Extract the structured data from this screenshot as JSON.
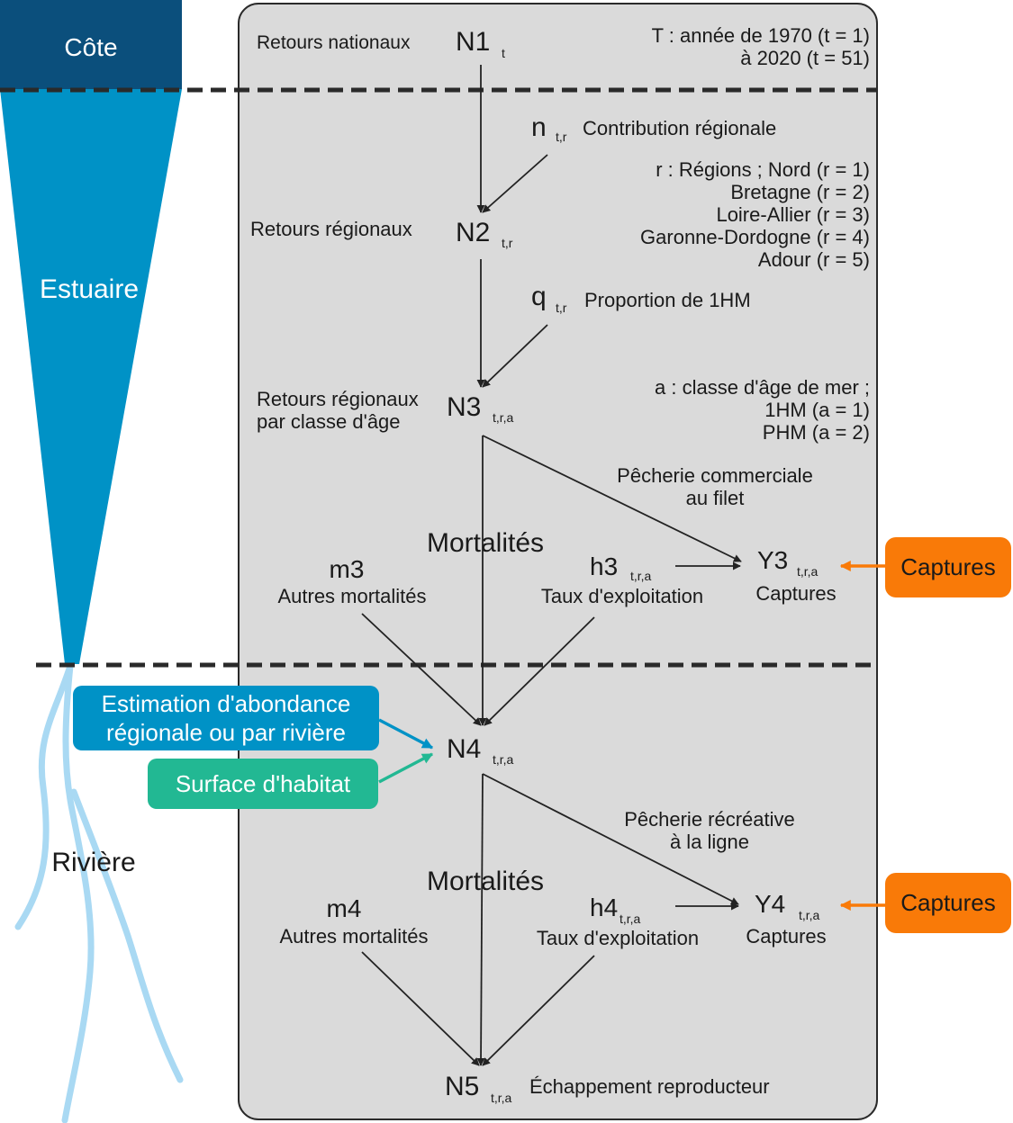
{
  "zones": {
    "cote": "Côte",
    "estuaire": "Estuaire",
    "riviere": "Rivière"
  },
  "time_index": {
    "line1": "T : année de 1970 (t = 1)",
    "line2": "à 2020 (t = 51)"
  },
  "n1": {
    "label": "Retours nationaux",
    "symbol": "N1",
    "sub": "t"
  },
  "n_param": {
    "symbol": "n",
    "sub": "t,r",
    "label": "Contribution régionale"
  },
  "regions": {
    "line1": "r : Régions ; Nord (r = 1)",
    "line2": "Bretagne (r = 2)",
    "line3": "Loire-Allier (r = 3)",
    "line4": "Garonne-Dordogne (r = 4)",
    "line5": "Adour (r = 5)"
  },
  "n2": {
    "label": "Retours régionaux",
    "symbol": "N2",
    "sub": "t,r"
  },
  "q_param": {
    "symbol": "q",
    "sub": "t,r",
    "label": "Proportion de 1HM"
  },
  "n3": {
    "label1": "Retours régionaux",
    "label2": "par classe d'âge",
    "symbol": "N3",
    "sub": "t,r,a"
  },
  "age_classes": {
    "line1": "a : classe d'âge de mer ;",
    "line2": "1HM (a = 1)",
    "line3": "PHM (a = 2)"
  },
  "fishery_commercial": {
    "line1": "Pêcherie commerciale",
    "line2": "au filet"
  },
  "mortality_1": {
    "title": "Mortalités",
    "m_symbol": "m3",
    "m_label": "Autres mortalités",
    "h_symbol": "h3",
    "h_sub": "t,r,a",
    "h_label": "Taux d'exploitation"
  },
  "y3": {
    "symbol": "Y3",
    "sub": "t,r,a",
    "label": "Captures"
  },
  "captures_box_1": "Captures",
  "abundance_box": {
    "line1": "Estimation d'abondance",
    "line2": "régionale ou par rivière"
  },
  "habitat_box": "Surface d'habitat",
  "n4": {
    "symbol": "N4",
    "sub": "t,r,a"
  },
  "fishery_recreational": {
    "line1": "Pêcherie récréative",
    "line2": "à la ligne"
  },
  "mortality_2": {
    "title": "Mortalités",
    "m_symbol": "m4",
    "m_label": "Autres mortalités",
    "h_symbol": "h4",
    "h_sub": "t,r,a",
    "h_label": "Taux d'exploitation"
  },
  "y4": {
    "symbol": "Y4",
    "sub": "t,r,a",
    "label": "Captures"
  },
  "captures_box_2": "Captures",
  "n5": {
    "symbol": "N5",
    "sub": "t,r,a",
    "label": "Échappement reproducteur"
  },
  "colors": {
    "coast": "#0b4f7c",
    "estuary": "#0092c6",
    "river": "#a9d9f3",
    "panel": "#dadada",
    "captures": "#f97a08",
    "abundance": "#0092c6",
    "habitat": "#22b893"
  }
}
